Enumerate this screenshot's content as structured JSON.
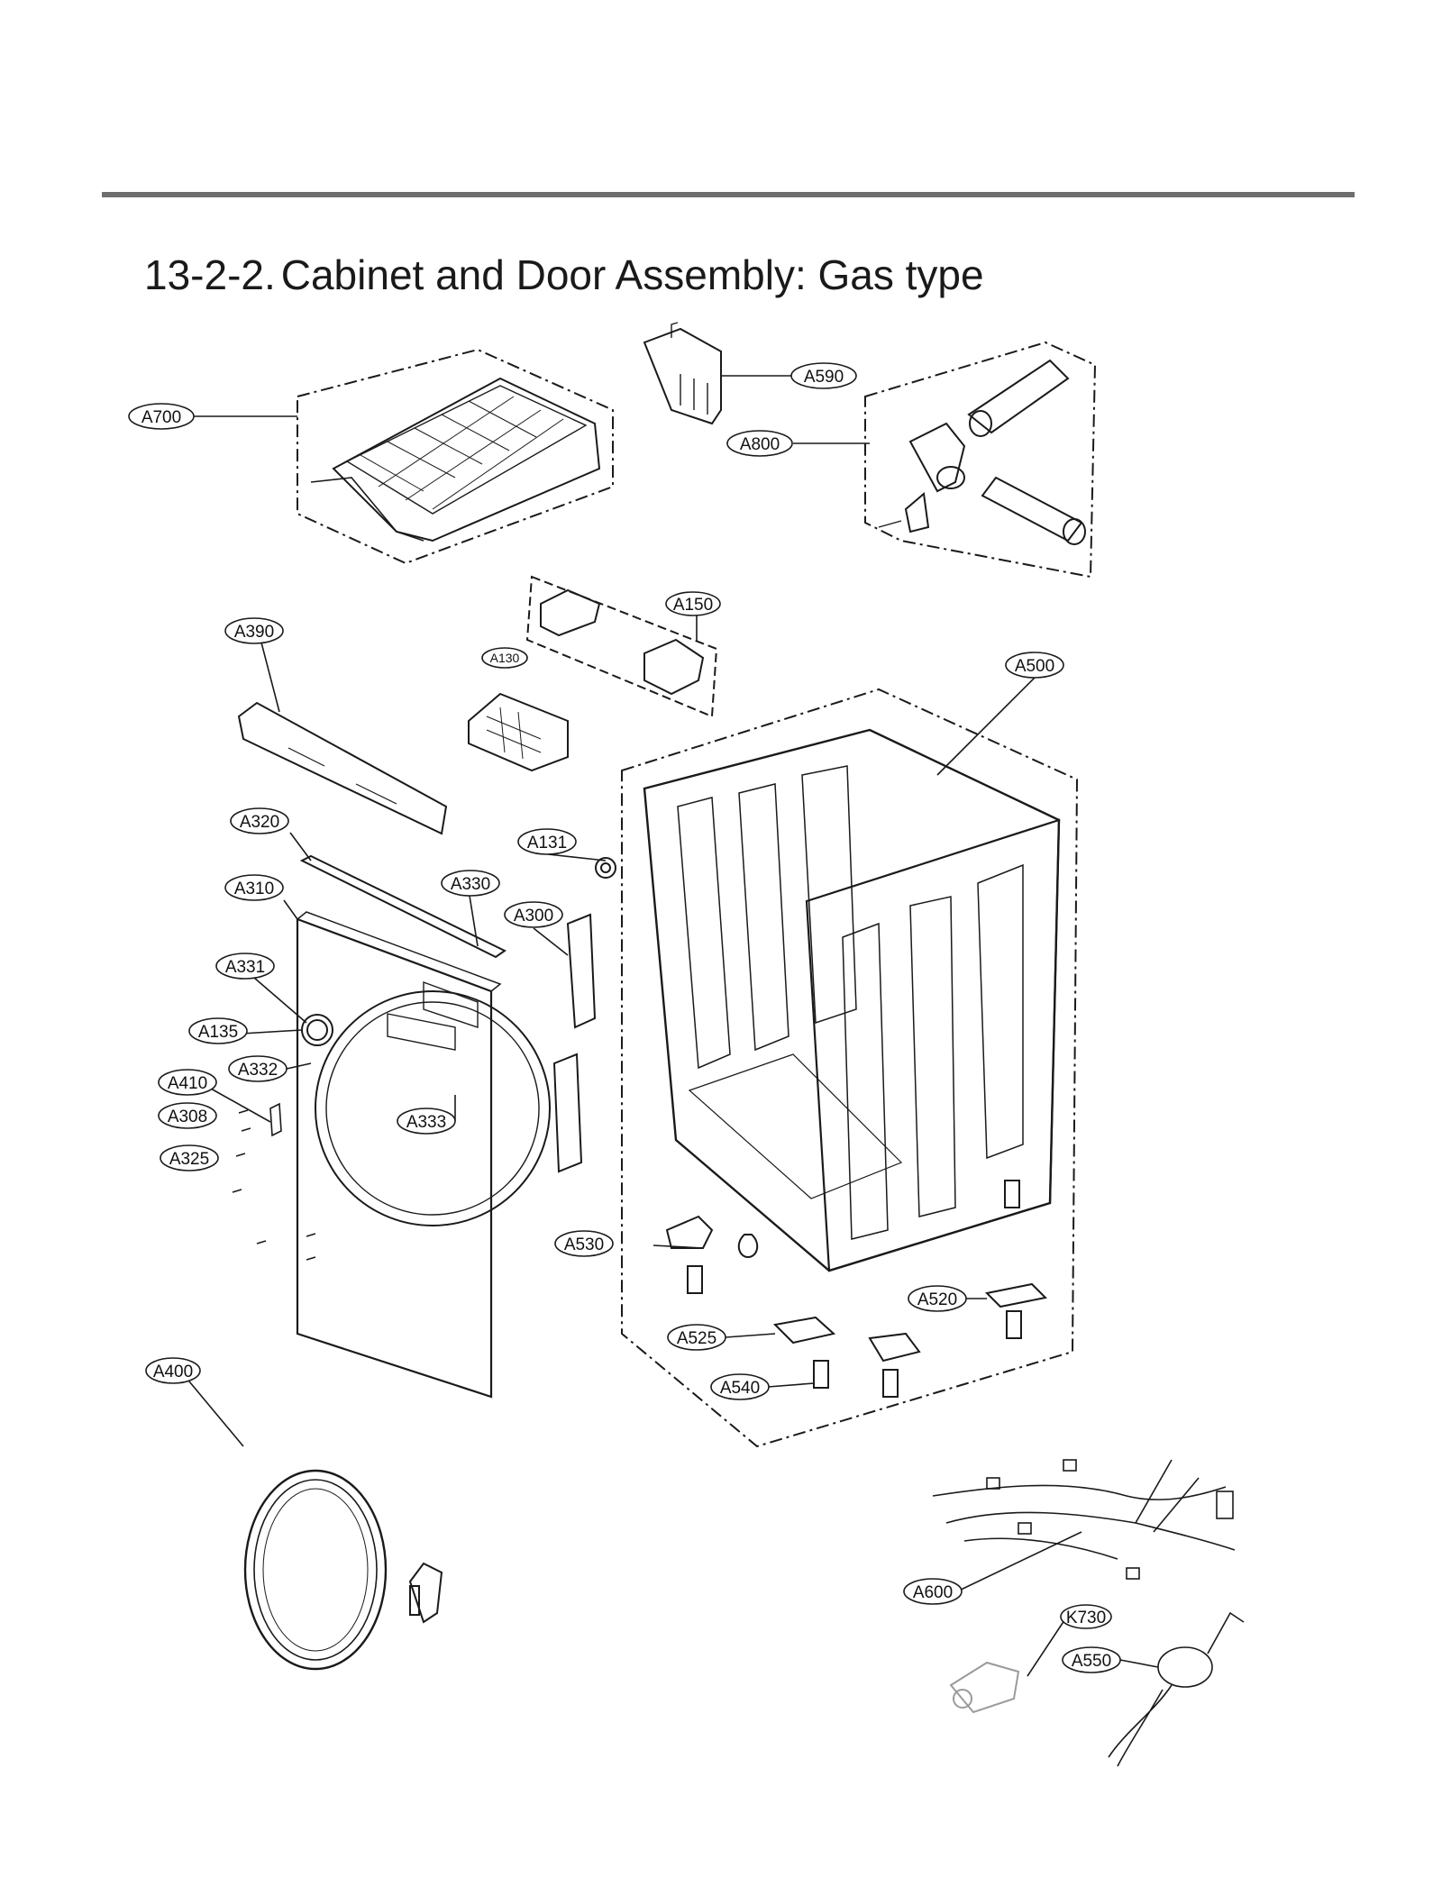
{
  "section": {
    "number": "13-2-2.",
    "title": "Cabinet and Door Assembly: Gas type"
  },
  "callouts": [
    {
      "id": "A700",
      "label": "A700"
    },
    {
      "id": "A590",
      "label": "A590"
    },
    {
      "id": "A800",
      "label": "A800"
    },
    {
      "id": "A150",
      "label": "A150"
    },
    {
      "id": "A130",
      "label": "A130"
    },
    {
      "id": "A390",
      "label": "A390"
    },
    {
      "id": "A500",
      "label": "A500"
    },
    {
      "id": "A320",
      "label": "A320"
    },
    {
      "id": "A131",
      "label": "A131"
    },
    {
      "id": "A310",
      "label": "A310"
    },
    {
      "id": "A330",
      "label": "A330"
    },
    {
      "id": "A300",
      "label": "A300"
    },
    {
      "id": "A331",
      "label": "A331"
    },
    {
      "id": "A135",
      "label": "A135"
    },
    {
      "id": "A332",
      "label": "A332"
    },
    {
      "id": "A410",
      "label": "A410"
    },
    {
      "id": "A308",
      "label": "A308"
    },
    {
      "id": "A333",
      "label": "A333"
    },
    {
      "id": "A325",
      "label": "A325"
    },
    {
      "id": "A530",
      "label": "A530"
    },
    {
      "id": "A520",
      "label": "A520"
    },
    {
      "id": "A525",
      "label": "A525"
    },
    {
      "id": "A540",
      "label": "A540"
    },
    {
      "id": "A400",
      "label": "A400"
    },
    {
      "id": "A600",
      "label": "A600"
    },
    {
      "id": "K730",
      "label": "K730"
    },
    {
      "id": "A550",
      "label": "A550"
    }
  ]
}
